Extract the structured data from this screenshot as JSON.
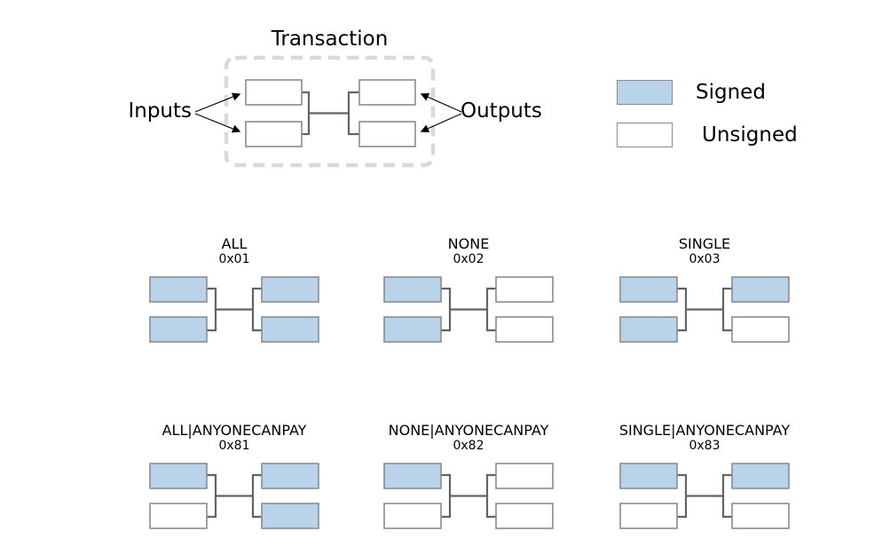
{
  "transaction": {
    "title": "Transaction",
    "inputs_label": "Inputs",
    "outputs_label": "Outputs",
    "boxes": {
      "input_top": "unsigned",
      "input_bottom": "unsigned",
      "output_top": "unsigned",
      "output_bottom": "unsigned"
    }
  },
  "legend": {
    "signed_label": "Signed",
    "unsigned_label": "Unsigned",
    "swatches": {
      "signed": "signed",
      "unsigned": "unsigned"
    }
  },
  "colors": {
    "signed": "#b9d3ea",
    "unsigned": "#ffffff",
    "box_border": "#8c8c8c",
    "connector": "#636363",
    "dashed_border": "#d9d9d9",
    "text": "#000000"
  },
  "diagrams": [
    {
      "name": "ALL",
      "code": "0x01",
      "boxes": {
        "input_top": "signed",
        "input_bottom": "signed",
        "output_top": "signed",
        "output_bottom": "signed"
      }
    },
    {
      "name": "NONE",
      "code": "0x02",
      "boxes": {
        "input_top": "signed",
        "input_bottom": "signed",
        "output_top": "unsigned",
        "output_bottom": "unsigned"
      }
    },
    {
      "name": "SINGLE",
      "code": "0x03",
      "boxes": {
        "input_top": "signed",
        "input_bottom": "signed",
        "output_top": "signed",
        "output_bottom": "unsigned"
      }
    },
    {
      "name": "ALL|ANYONECANPAY",
      "code": "0x81",
      "boxes": {
        "input_top": "signed",
        "input_bottom": "unsigned",
        "output_top": "signed",
        "output_bottom": "signed"
      }
    },
    {
      "name": "NONE|ANYONECANPAY",
      "code": "0x82",
      "boxes": {
        "input_top": "signed",
        "input_bottom": "unsigned",
        "output_top": "unsigned",
        "output_bottom": "unsigned"
      }
    },
    {
      "name": "SINGLE|ANYONECANPAY",
      "code": "0x83",
      "boxes": {
        "input_top": "signed",
        "input_bottom": "unsigned",
        "output_top": "signed",
        "output_bottom": "unsigned"
      }
    }
  ]
}
